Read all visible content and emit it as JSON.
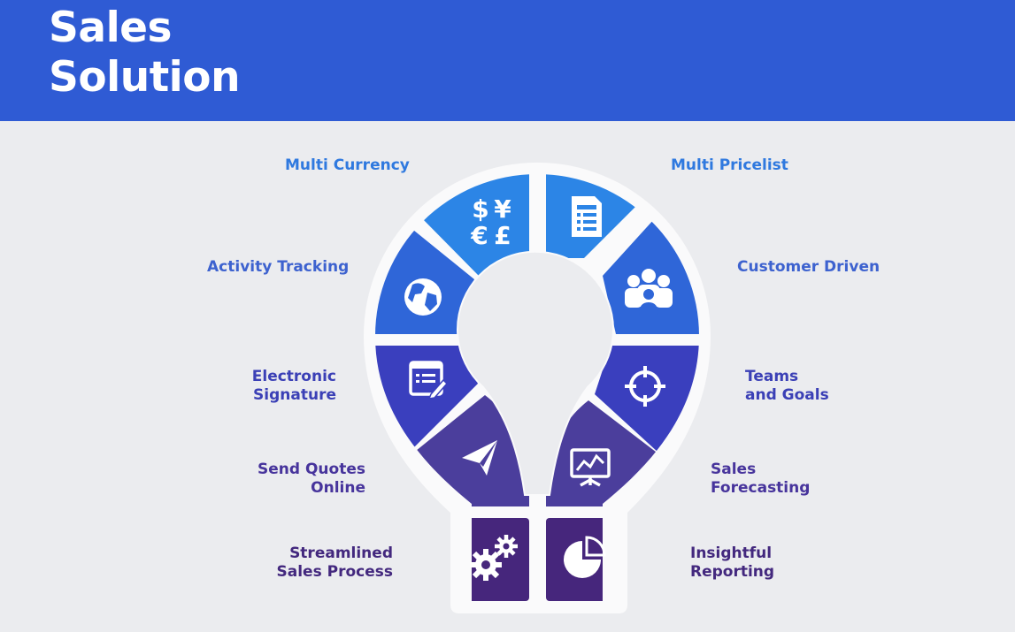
{
  "header": {
    "title_line1": "Sales",
    "title_line2": "Solution"
  },
  "colors": {
    "banner": "#2f5bd4",
    "background": "#ebecef",
    "tier1": "#2c85e6",
    "tier2": "#2f66d8",
    "tier3": "#3a3fbe",
    "tier4": "#4b3e9c",
    "tier5": "#46267c"
  },
  "features": {
    "multi_currency": {
      "label": "Multi Currency",
      "icon": "currency-symbols-icon",
      "glyphs": [
        "$",
        "¥",
        "€",
        "£"
      ]
    },
    "multi_pricelist": {
      "label": "Multi Pricelist",
      "icon": "document-icon"
    },
    "activity_tracking": {
      "label": "Activity Tracking",
      "icon": "globe-icon"
    },
    "customer_driven": {
      "label": "Customer Driven",
      "icon": "people-group-icon"
    },
    "electronic_signature": {
      "line1": "Electronic",
      "line2": "Signature",
      "icon": "signed-document-icon"
    },
    "teams_goals": {
      "line1": "Teams",
      "line2": "and Goals",
      "icon": "target-crosshair-icon"
    },
    "send_quotes": {
      "line1": "Send Quotes",
      "line2": "Online",
      "icon": "paper-plane-icon"
    },
    "sales_forecasting": {
      "line1": "Sales",
      "line2": "Forecasting",
      "icon": "presentation-chart-icon"
    },
    "streamlined": {
      "line1": "Streamlined",
      "line2": "Sales Process",
      "icon": "gears-icon"
    },
    "insightful": {
      "line1": "Insightful",
      "line2": "Reporting",
      "icon": "pie-chart-icon"
    }
  }
}
